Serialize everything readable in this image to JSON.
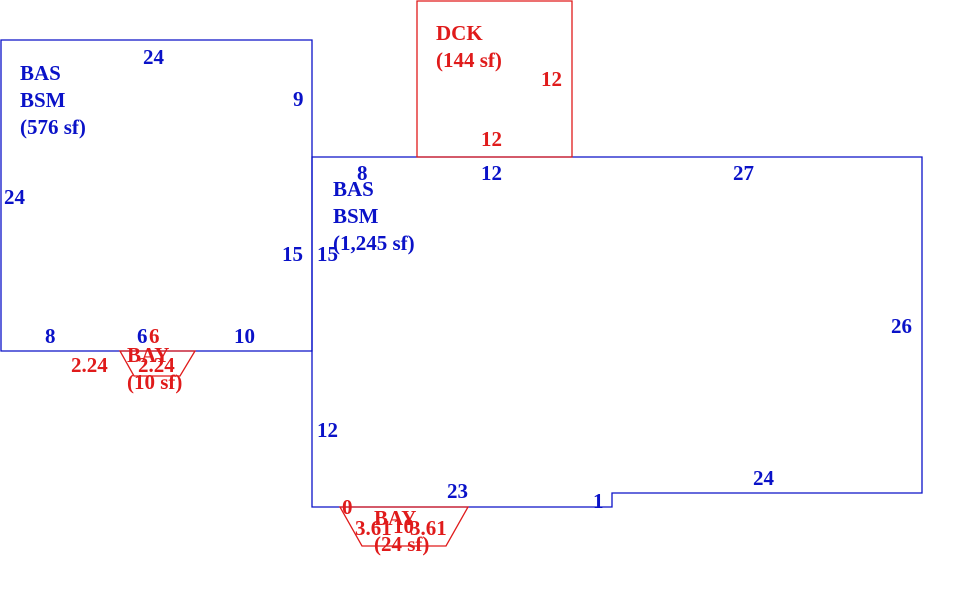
{
  "colors": {
    "main": "#0a12c8",
    "accent": "#e01b1b"
  },
  "areas": {
    "bas_left": {
      "l1": "BAS",
      "l2": "BSM",
      "l3": "(576 sf)"
    },
    "bas_right": {
      "l1": "BAS",
      "l2": "BSM",
      "l3": "(1,245 sf)"
    },
    "deck": {
      "l1": "DCK",
      "l2": "(144 sf)"
    },
    "bay_left": {
      "l1": "BAY",
      "l2": "(10 sf)"
    },
    "bay_right": {
      "l1": "BAY",
      "l2": "(24 sf)"
    }
  },
  "dims": {
    "left_top": "24",
    "left_right": "9",
    "left_side": "24",
    "left_mid": "15",
    "left_bottom_a": "8",
    "left_bottom_b": "6",
    "left_bottom_c": "10",
    "right_left": "15",
    "right_top_a": "8",
    "right_top_b": "12",
    "right_top_c": "27",
    "right_side": "26",
    "right_lower_left": "12",
    "right_bottom_a": "23",
    "right_step": "1",
    "right_bottom_b": "24",
    "deck_right": "12",
    "deck_bottom": "12",
    "bay_left_a": "2.24",
    "bay_left_b": "6",
    "bay_left_c": "2.24",
    "bay_right_a": "0",
    "bay_right_b": "3.61",
    "bay_right_c": "10",
    "bay_right_d": "3.61"
  }
}
